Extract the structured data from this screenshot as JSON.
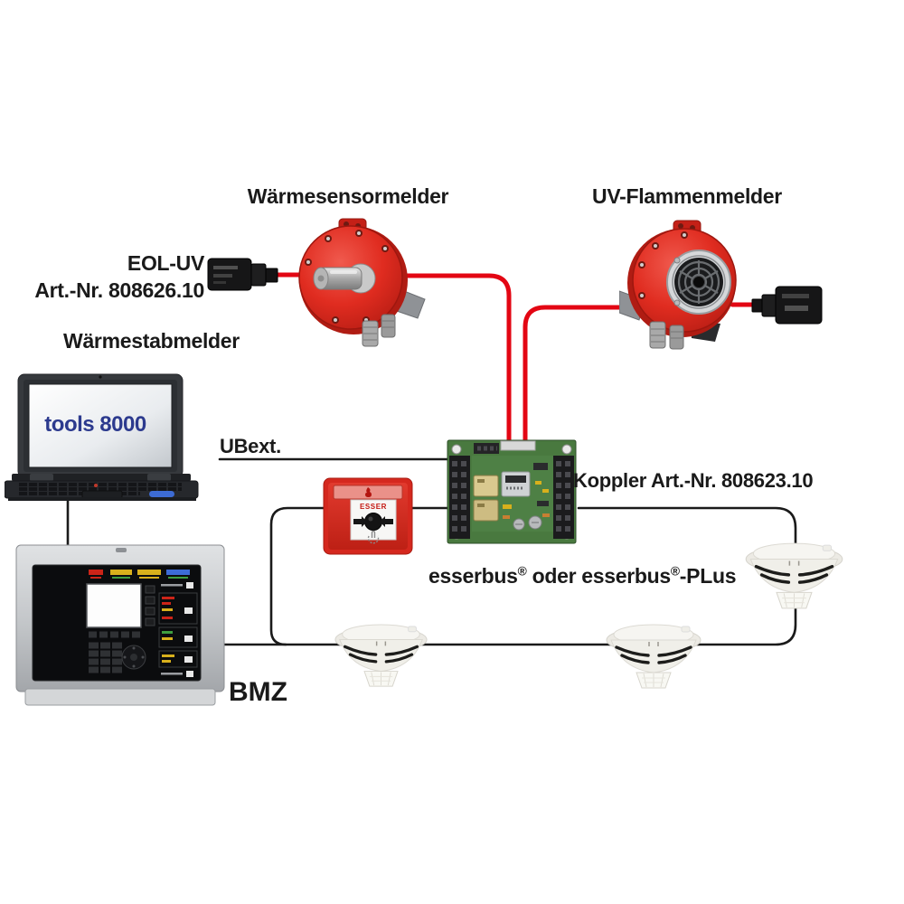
{
  "labels": {
    "heat_sensor_detector": "Wärmesensormelder",
    "uv_flame_detector": "UV-Flammenmelder",
    "eol_name": "EOL-UV",
    "eol_art": "Art.-Nr. 808626.10",
    "heat_stick_detector": "Wärmestabmelder",
    "ubext": "UBext.",
    "koppler": "Koppler Art.-Nr. 808623.10",
    "bus_a": "esserbus",
    "bus_reg": "®",
    "bus_b": " oder esserbus",
    "bus_c": "-PLus",
    "bmz": "BMZ",
    "laptop_screen": "tools 8000",
    "callpoint_brand": "ESSER"
  },
  "colors": {
    "background": "#ffffff",
    "wire_red": "#e30613",
    "wire_black": "#1a1a1a",
    "device_red": "#e02c20",
    "device_red_dark": "#b01c13",
    "pcb_green": "#49793f",
    "detector_white": "#f0efe9",
    "bmz_frame_silver": "#c9cccf",
    "label_text": "#1a1a1a",
    "laptop_screen_text_blue": "#2c3a8e",
    "callpoint_text_red": "#c41710"
  },
  "icons": {
    "wiring": "loop-wiring-lines",
    "flame": "flame-icon",
    "press_hand": "press-hand-icon"
  }
}
